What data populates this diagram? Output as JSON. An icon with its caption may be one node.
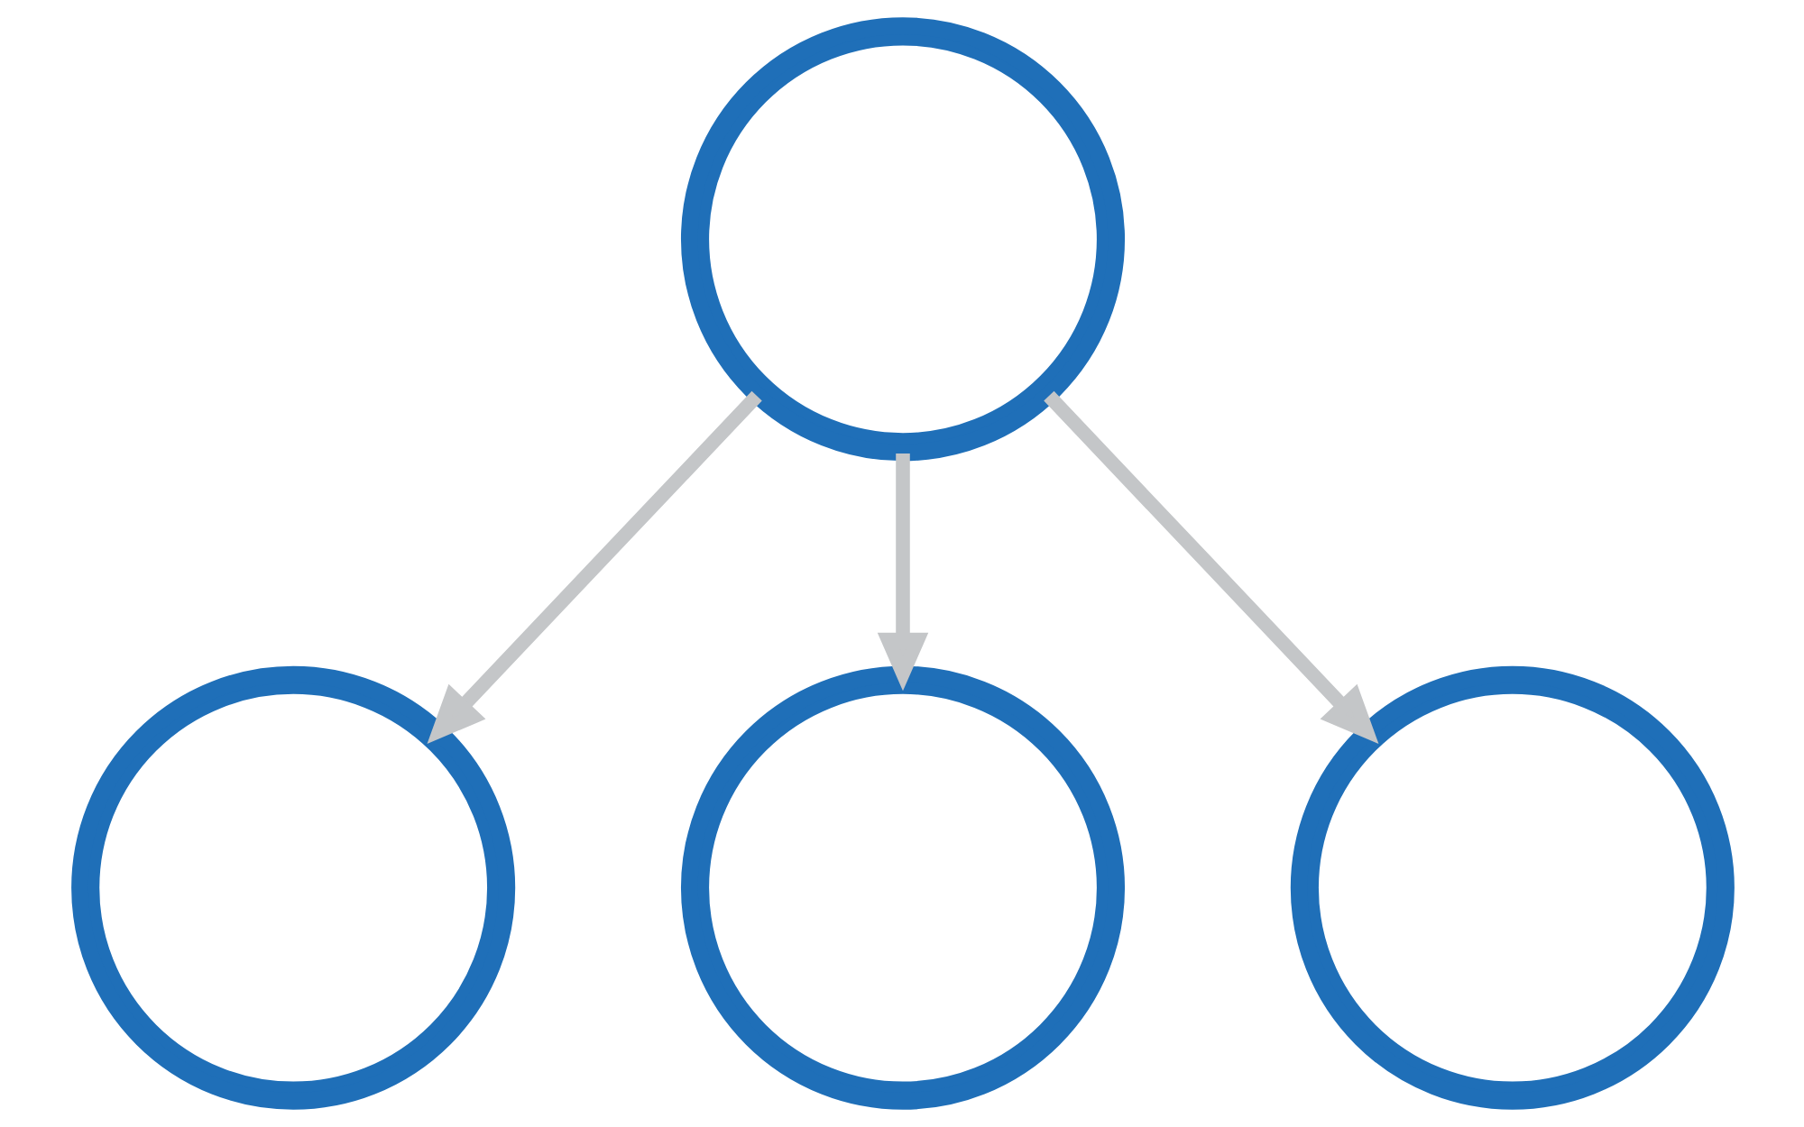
{
  "diagram": {
    "nodes": [
      {
        "text": [],
        "shape": "circle"
      },
      {
        "text": [],
        "shape": "circle"
      },
      {
        "text": [],
        "shape": "circle"
      },
      {
        "text": [],
        "shape": "circle"
      }
    ],
    "edges": [
      {
        "from": 0,
        "to": 1,
        "arrow": "to"
      },
      {
        "from": 0,
        "to": 2,
        "arrow": "to"
      },
      {
        "from": 0,
        "to": 3,
        "arrow": "to"
      }
    ]
  }
}
